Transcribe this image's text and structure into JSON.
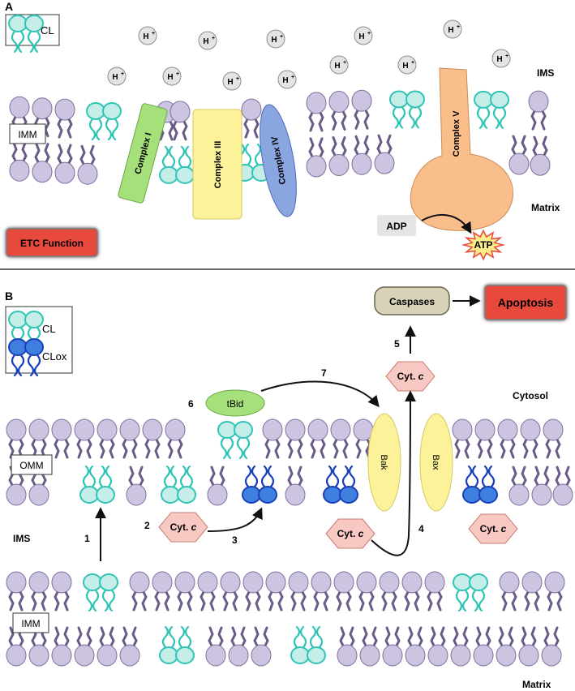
{
  "panel_a": {
    "panel_label": "A",
    "legend_cl": "CL",
    "ims_label": "IMS",
    "matrix_label": "Matrix",
    "imm_label": "IMM",
    "proton_label": "H",
    "proton_sup": "+",
    "complex_1": "Complex I",
    "complex_3": "Complex III",
    "complex_4": "Complex IV",
    "complex_5": "Complex V",
    "adp_label": "ADP",
    "atp_label": "ATP",
    "etc_label": "ETC Function"
  },
  "panel_b": {
    "panel_label": "B",
    "legend_cl": "CL",
    "legend_clox": "CLox",
    "omm_label": "OMM",
    "imm_label": "IMM",
    "ims_label": "IMS",
    "cytosol_label": "Cytosol",
    "matrix_label": "Matrix",
    "tbid_label": "tBid",
    "bak_label": "Bak",
    "bax_label": "Bax",
    "cytc_prefix": "Cyt. ",
    "cytc_italic": "c",
    "caspases_label": "Caspases",
    "apoptosis_label": "Apoptosis",
    "step_1": "1",
    "step_2": "2",
    "step_3": "3",
    "step_4": "4",
    "step_5": "5",
    "step_6": "6",
    "step_7": "7"
  },
  "colors": {
    "lipid_head": "#cdc4e2",
    "lipid_head_stroke": "#7e6f9c",
    "lipid_tail": "#6a5a86",
    "cl_head": "#c5eee9",
    "cl_stroke": "#2fc4b6",
    "clox_head": "#3f7fe0",
    "clox_stroke": "#1a3fb8",
    "complex_1": "#a6e07a",
    "complex_3": "#fbf29a",
    "complex_4": "#8aa6e0",
    "complex_5": "#f9be8a",
    "bak_bax": "#fbf29a",
    "tbid": "#a6e07a",
    "cytc": "#f8c8c2",
    "etc_apoptosis": "#e8483c",
    "caspases": "#d8d3b8",
    "atp": "#fbee8a"
  }
}
